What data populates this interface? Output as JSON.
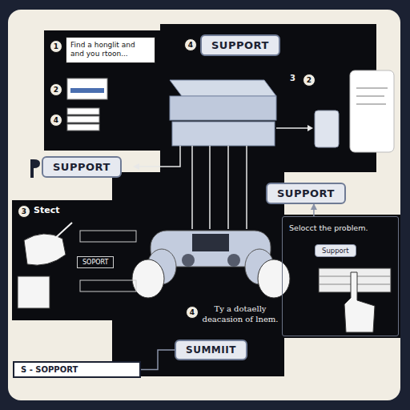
{
  "diagram": {
    "nodes": [
      {
        "text": [
          "Find a honglit and and you rtoon..."
        ]
      },
      {
        "text": [
          "SUPPORT"
        ]
      },
      {
        "text": [
          "SUPPORT"
        ]
      },
      {
        "text": [
          "SUPPORT"
        ]
      },
      {
        "text": [
          "Selocct the problem."
        ]
      },
      {
        "text": [
          "Support"
        ],
        "in": 4
      },
      {
        "text": [
          "SOPORT"
        ]
      },
      {
        "text": [
          "SUMMIIT"
        ]
      },
      {
        "text": [
          "S - SOPPORT"
        ]
      }
    ],
    "edges": [
      {
        "from": 4,
        "to": 3,
        "arrow": "to"
      },
      {
        "from": 7,
        "to": 8,
        "arrow": "none"
      }
    ],
    "labels": [
      "1",
      "2",
      "4",
      "4",
      "3",
      "2",
      "3",
      "Stect",
      "4",
      "Ty a dotaelly deacasion of lnem."
    ]
  }
}
